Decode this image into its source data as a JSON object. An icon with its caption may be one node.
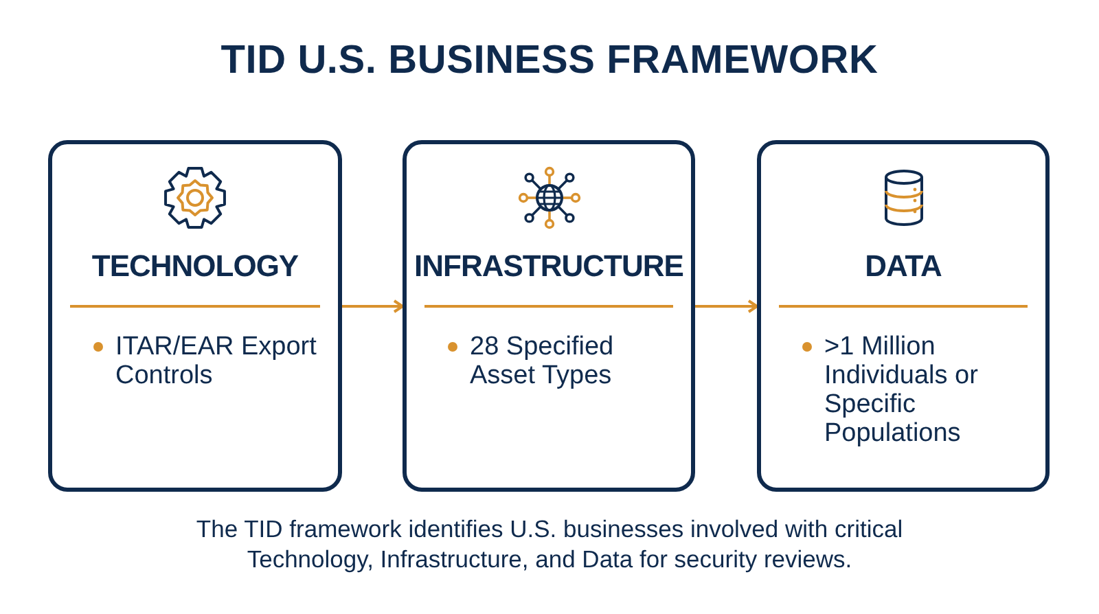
{
  "diagram": {
    "title": "TID U.S. BUSINESS FRAMEWORK",
    "caption": "The TID framework identifies U.S. businesses involved with critical Technology, Infrastructure, and Data for security reviews.",
    "nodes": [
      {
        "text": [
          "TECHNOLOGY",
          "ITAR/EAR Export Controls"
        ]
      },
      {
        "text": [
          "INFRASTRUCTURE",
          "28 Specified Asset Types"
        ]
      },
      {
        "text": [
          "DATA",
          ">1 Million Individuals or Specific Populations"
        ]
      }
    ],
    "edges": [
      {
        "from": 0,
        "to": 1,
        "arrow": "to"
      },
      {
        "from": 1,
        "to": 2,
        "arrow": "to"
      }
    ]
  }
}
